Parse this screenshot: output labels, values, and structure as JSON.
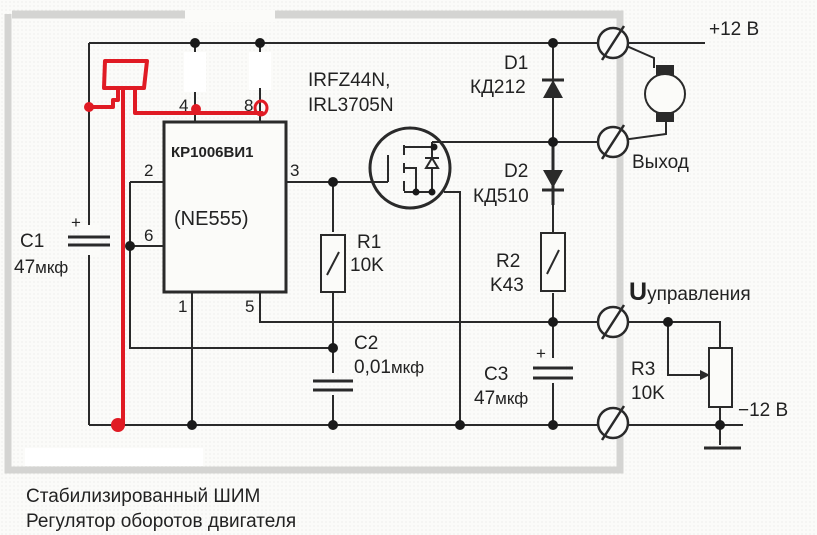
{
  "schematic": {
    "title_line1": "Стабилизированный ШИМ",
    "title_line2": "Регулятор оборотов двигателя",
    "ic": {
      "part": "КР1006ВИ1",
      "alt_part": "(NE555)",
      "pins": {
        "p1": "1",
        "p2": "2",
        "p3": "3",
        "p4": "4",
        "p5": "5",
        "p6": "6",
        "p8": "8"
      }
    },
    "mosfet": {
      "line1": "IRFZ44N,",
      "line2": "IRL3705N"
    },
    "components": {
      "c1": {
        "ref": "C1",
        "value": "47",
        "unit": "мкф",
        "polarity": "+"
      },
      "c2": {
        "ref": "C2",
        "value": "0,01",
        "unit": "мкф"
      },
      "c3": {
        "ref": "C3",
        "value": "47",
        "unit": "мкф",
        "polarity": "+"
      },
      "r1": {
        "ref": "R1",
        "value": "10K"
      },
      "r2": {
        "ref": "R2",
        "value": "K43"
      },
      "r3": {
        "ref": "R3",
        "value": "10K"
      },
      "d1": {
        "ref": "D1",
        "value": "КД212"
      },
      "d2": {
        "ref": "D2",
        "value": "КД510"
      }
    },
    "terminals": {
      "plus12": "+12 В",
      "minus12": "−12 В",
      "output": "Выход",
      "control_big": "U",
      "control_small": "управления"
    },
    "colors": {
      "wire": "#2a2a2a",
      "annotation": "#e01b24",
      "frame": "#d2d2d0"
    }
  }
}
